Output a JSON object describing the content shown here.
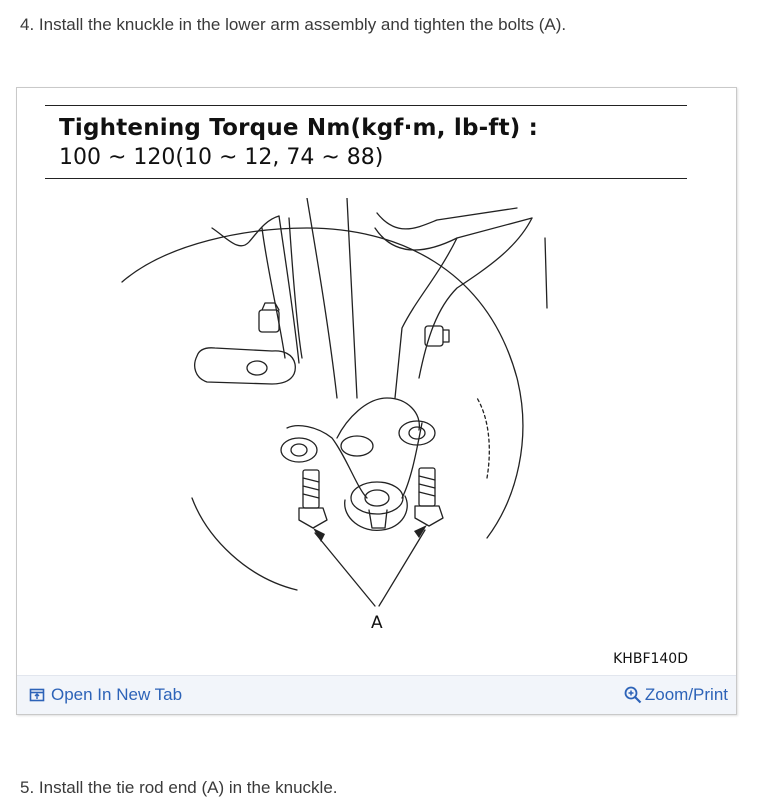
{
  "steps": {
    "step4": "4. Install the knuckle in the lower arm assembly and tighten the bolts (A).",
    "step5": "5. Install the tie rod end (A) in the knuckle."
  },
  "figure": {
    "torque_title": "Tightening Torque Nm(kgf·m, lb-ft) :",
    "torque_value": "100 ~ 120(10 ~ 12, 74 ~ 88)",
    "callout_label": "A",
    "figure_code": "KHBF140D"
  },
  "footer": {
    "open_label": "Open In New Tab",
    "zoom_label": "Zoom/Print"
  },
  "colors": {
    "link": "#2d63b8",
    "footer_bg": "#f2f5fa",
    "border": "#c9c9c9"
  },
  "icons": {
    "open": "open-in-new-tab-icon",
    "zoom": "zoom-in-icon"
  }
}
